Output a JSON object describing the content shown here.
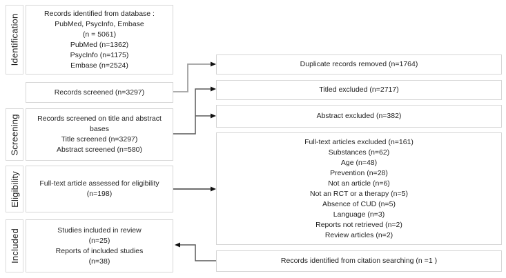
{
  "title": "PRISMA study selection flow diagram",
  "colors": {
    "box_border": "#d6d6d6",
    "text": "#1f1f1f",
    "connector_light": "#a0a0a0",
    "connector_mid": "#595959",
    "connector_dark": "#3f3f3f",
    "arrowhead": "#111111"
  },
  "stages": {
    "identification": "Identification",
    "screening": "Screening",
    "eligibility": "Eligibility",
    "included": "Included"
  },
  "boxes": {
    "records_identified": {
      "lines": [
        "Records identified from database :",
        "PubMed, PsycInfo, Embase",
        "(n = 5061)",
        "PubMed (n=1362)",
        "PsycInfo (n=1175)",
        "Embase (n=2524)"
      ]
    },
    "records_screened": {
      "lines": [
        "Records screened (n=3297)"
      ]
    },
    "title_abstract_screened": {
      "lines": [
        "Records screened on title and abstract bases",
        "Title screened (n=3297)",
        "Abstract screened (n=580)"
      ]
    },
    "fulltext_assessed": {
      "lines": [
        "Full-text article assessed for eligibility",
        "(n=198)"
      ]
    },
    "included_studies": {
      "lines": [
        "Studies included in review",
        "(n=25)",
        "Reports of included studies",
        "(n=38)"
      ]
    },
    "duplicates_removed": {
      "lines": [
        "Duplicate records removed (n=1764)"
      ]
    },
    "titled_excluded": {
      "lines": [
        "Titled excluded (n=2717)"
      ]
    },
    "abstract_excluded": {
      "lines": [
        "Abstract excluded (n=382)"
      ]
    },
    "fulltext_excluded": {
      "lines": [
        "Full-text articles excluded (n=161)",
        "Substances (n=62)",
        "Age (n=48)",
        "Prevention (n=28)",
        "Not an article (n=6)",
        "Not an RCT or a therapy (n=5)",
        "Absence of CUD (n=5)",
        "Language (n=3)",
        "Reports not retrieved (n=2)",
        "Review articles (n=2)"
      ]
    },
    "citation_searching": {
      "lines": [
        "Records identified from citation searching (n =1 )"
      ]
    }
  }
}
